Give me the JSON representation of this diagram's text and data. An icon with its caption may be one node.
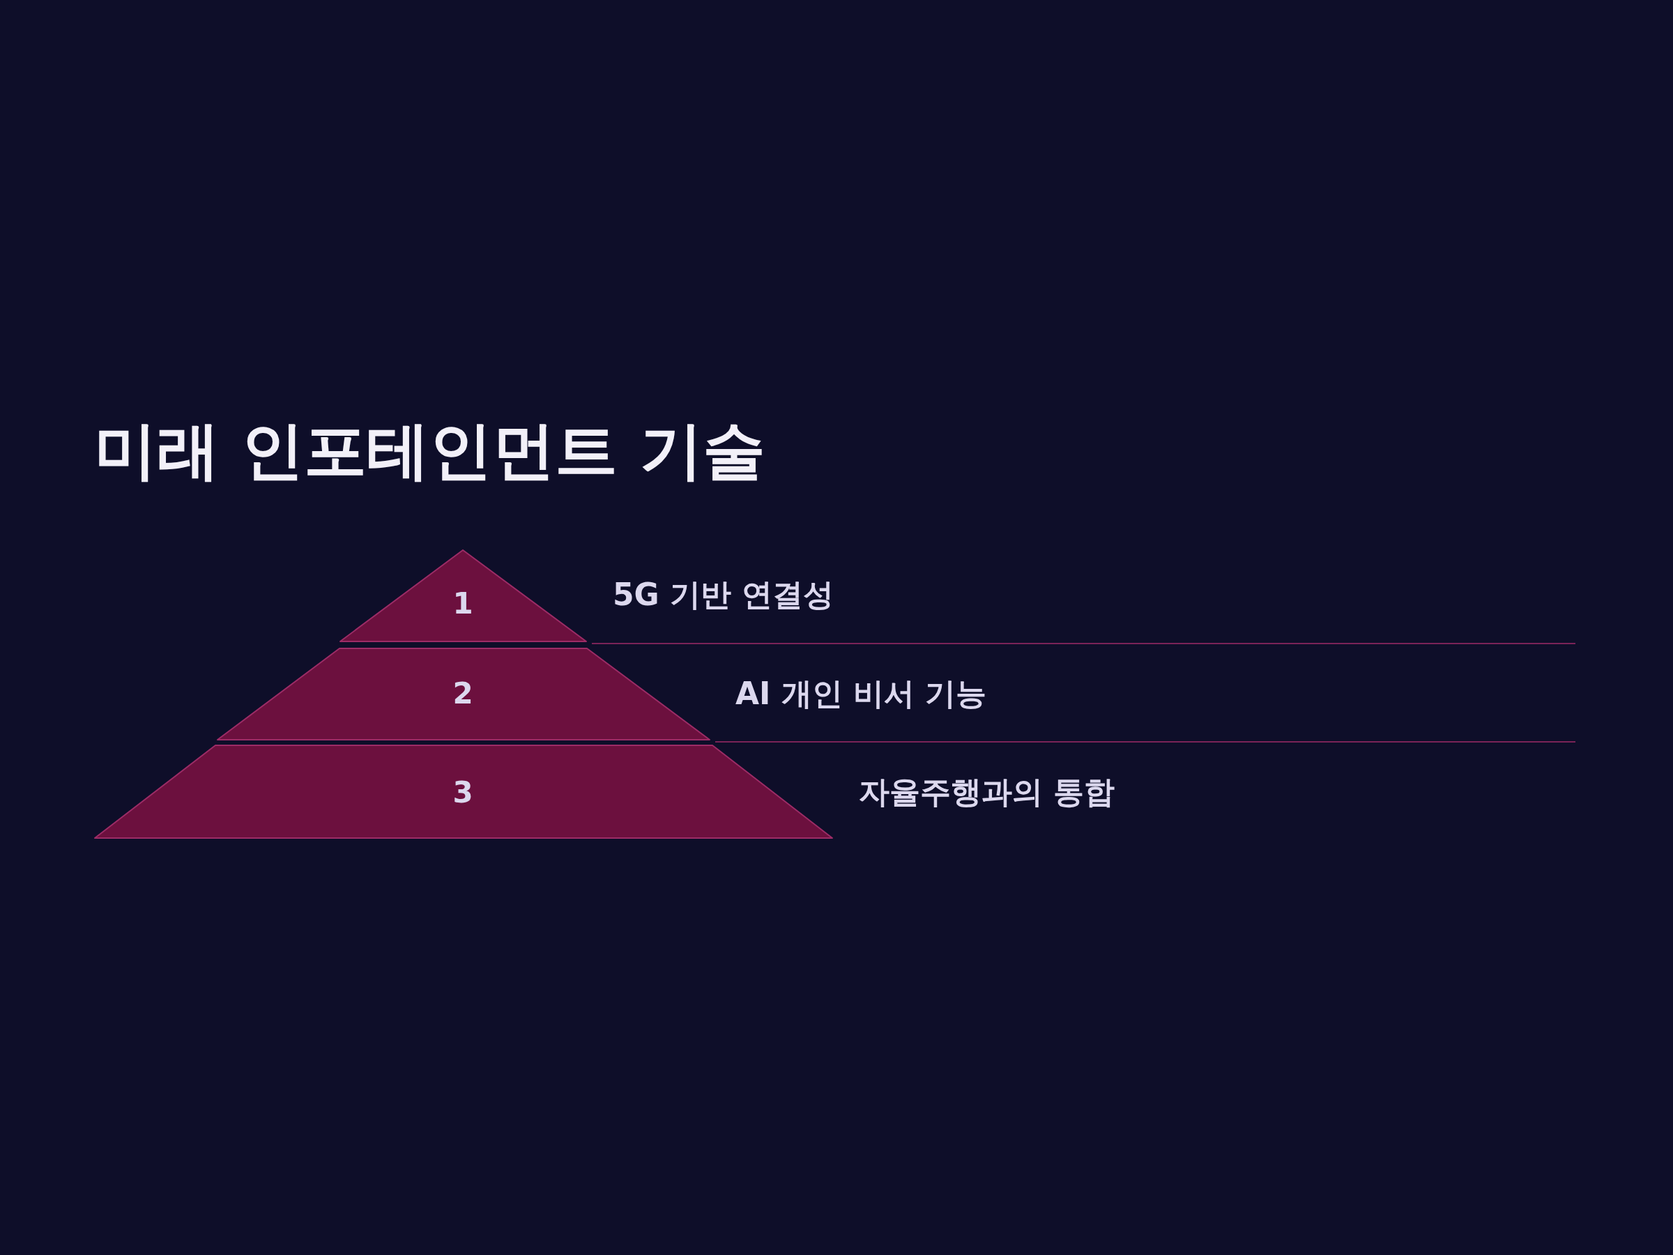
{
  "diagram": {
    "title": "미래 인포테인먼트 기술",
    "nodes": [
      {
        "text": [
          "1"
        ],
        "beside": [
          "5G 기반 연결성"
        ]
      },
      {
        "text": [
          "2"
        ],
        "beside": [
          "AI 개인 비서 기능"
        ]
      },
      {
        "text": [
          "3"
        ],
        "beside": [
          "자율주행과의 통합"
        ]
      }
    ]
  }
}
